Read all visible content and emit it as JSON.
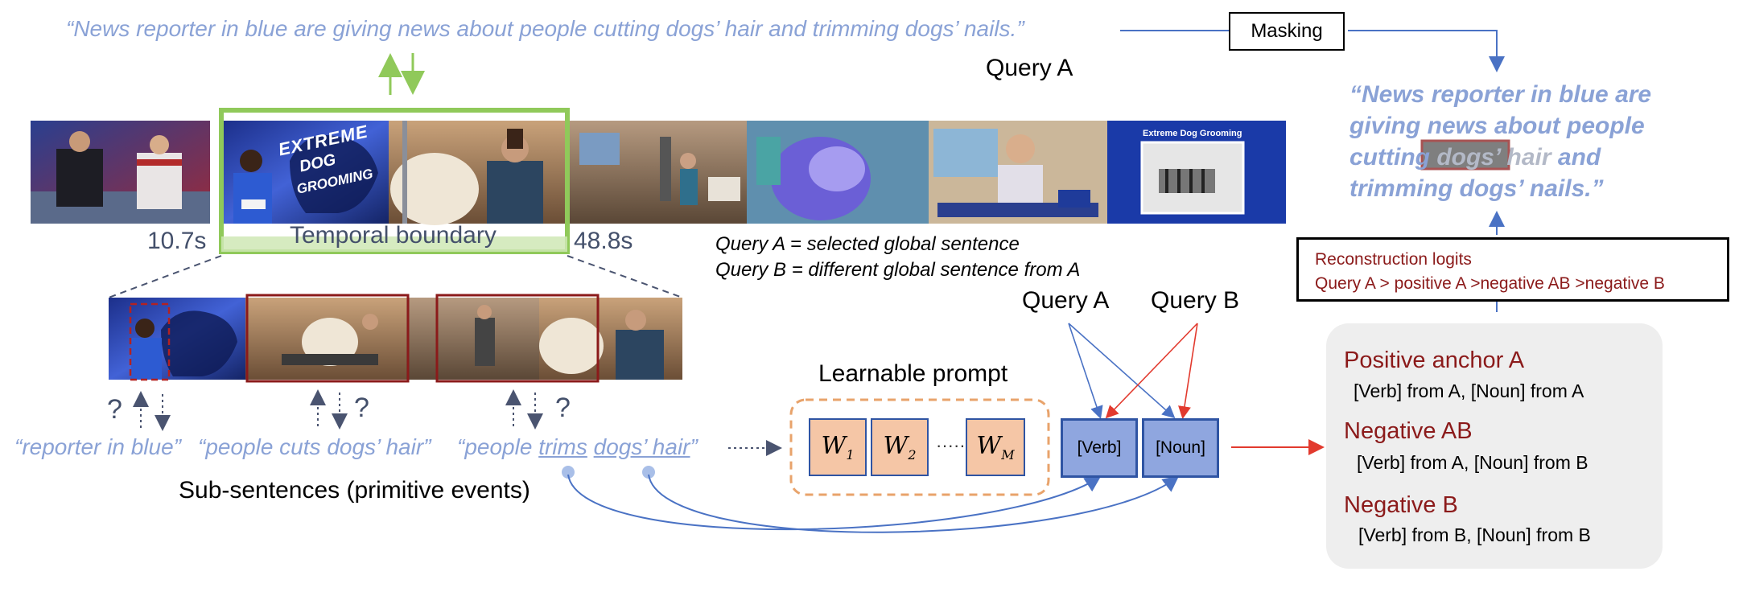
{
  "top_sentence": "“News reporter in blue are giving news about people cutting dogs’ hair and trimming dogs’ nails.”",
  "masking_label": "Masking",
  "query_a_label": "Query A",
  "masked_sentence": {
    "line1": "“News reporter in blue are",
    "line2": "giving news about people",
    "line3_pre": "cutting ",
    "line3_masked": "dogs’ hair",
    "line3_post": " and",
    "line4": "trimming dogs’ nails.”"
  },
  "time_start": "10.7s",
  "time_end": "48.8s",
  "temporal_boundary": "Temporal boundary",
  "query_def_a": "Query A = selected global sentence",
  "query_def_b": "Query B = different global sentence from A",
  "recon": {
    "title": "Reconstruction logits",
    "order": "Query A > positive A >negative AB >negative B"
  },
  "query_a2": "Query A",
  "query_b": "Query B",
  "learnable_prompt": "Learnable prompt",
  "tokens": {
    "w1": "W",
    "w2": "W",
    "wm": "W",
    "sub1": "1",
    "sub2": "2",
    "subm": "M",
    "dots": "·····"
  },
  "verb_token": "[Verb]",
  "noun_token": "[Noun]",
  "sub_sentences": {
    "s1": "“reporter in blue”",
    "s2": "“people cuts dogs’ hair”",
    "s3_pre": "“people ",
    "s3_trims": "trims",
    "s3_dogs": "dogs’ hair",
    "s3_post": "”",
    "caption": "Sub-sentences (primitive events)",
    "qmark": "?"
  },
  "anchors": [
    {
      "title": "Positive anchor A",
      "desc": "[Verb] from A, [Noun] from A"
    },
    {
      "title": "Negative AB",
      "desc": "[Verb] from A, [Noun] from B"
    },
    {
      "title": "Negative B",
      "desc": "[Verb] from B, [Noun] from B"
    }
  ],
  "video_overlay_texts": {
    "extreme": "EXTREME",
    "dog": "DOG",
    "grooming": "GROOMING",
    "frame_title": "Extreme Dog Grooming"
  },
  "colors": {
    "quote_blue": "#8aa2d6",
    "green": "#90c95a",
    "dark_red": "#8b1a1a",
    "token_blue": "#8fa6df",
    "token_border": "#2f54a3",
    "prompt_fill": "#f5c6a6",
    "prompt_border": "#e8a36b",
    "panel_gray": "#eeeeee",
    "arrow_blue": "#4a72c4",
    "arrow_red": "#e23a2e"
  }
}
